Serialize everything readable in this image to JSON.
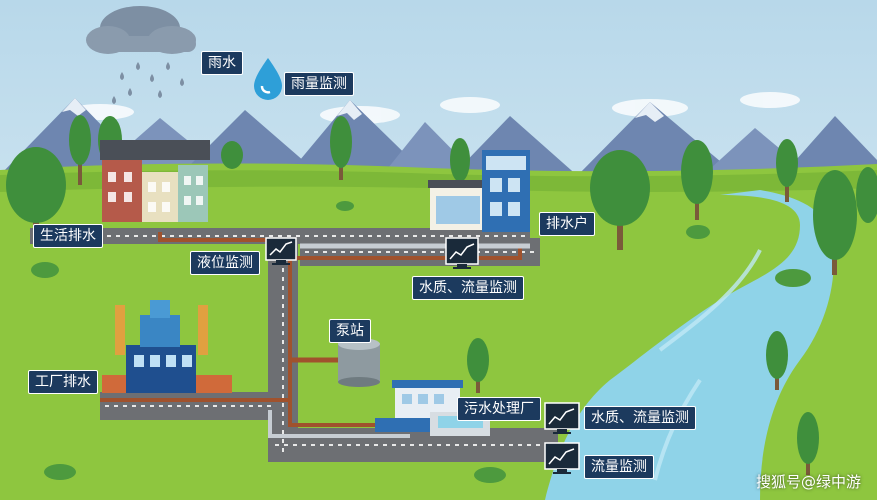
{
  "labels": {
    "rain": "雨水",
    "rain_monitor": "雨量监测",
    "domestic_drain": "生活排水",
    "drain_household": "排水户",
    "level_monitor": "液位监测",
    "quality_flow_monitor_1": "水质、流量监测",
    "pump_station": "泵站",
    "factory_drain": "工厂排水",
    "sewage_plant": "污水处理厂",
    "quality_flow_monitor_2": "水质、流量监测",
    "flow_monitor": "流量监测"
  },
  "watermark": "搜狐号@绿中游",
  "colors": {
    "sky_top": "#b8d8ea",
    "sky_bottom": "#d9ecf4",
    "mountain": "#6e86b0",
    "mountain_snow": "#e6eef6",
    "grass": "#8ec63f",
    "grass_dark": "#6aa832",
    "river": "#8fd3e8",
    "pipe_road": "#6d6f73",
    "pipe_brown": "#a0522d",
    "pipe_grey": "#c7cdd3",
    "label_bg": "#1c3a5e",
    "monitor": "#1a2a3a"
  },
  "icons": [
    "cloud-icon",
    "water-drop-icon",
    "monitor-icon",
    "house-icon",
    "factory-icon",
    "pump-station-icon",
    "tree-icon"
  ]
}
